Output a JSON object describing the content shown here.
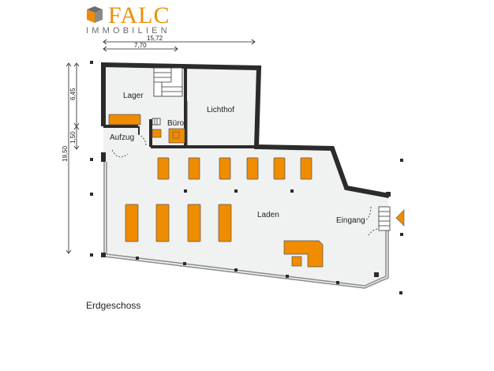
{
  "brand": {
    "name": "FALC",
    "subtitle": "IMMOBILIEN",
    "colors": {
      "accent": "#f08c00",
      "wall": "#2b2b2b",
      "floor": "#f0f1f1",
      "text": "#222222"
    }
  },
  "dimensions": {
    "total_width": "15,72",
    "upper_width": "7,70",
    "total_depth": "19,50",
    "storage_depth": "6,45",
    "elevator_depth": "1,50"
  },
  "rooms": {
    "lager": "Lager",
    "lichthof": "Lichthof",
    "buero": "Büro",
    "aufzug": "Aufzug",
    "laden": "Laden",
    "eingang": "Eingang"
  },
  "floor": "Erdgeschoss"
}
